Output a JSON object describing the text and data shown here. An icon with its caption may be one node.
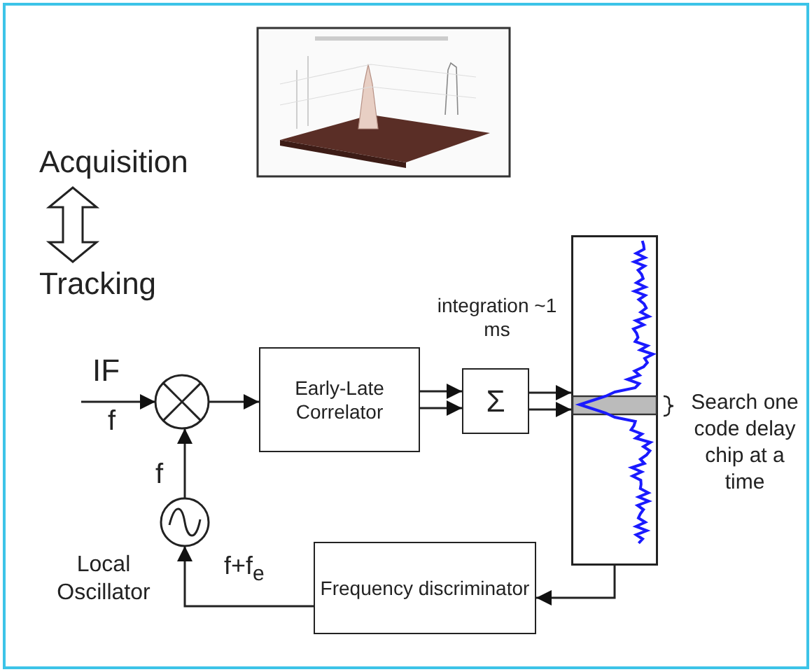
{
  "diagram": {
    "nodes": [
      {
        "text": [
          "Acquisition"
        ]
      },
      {
        "text": [
          "Tracking"
        ]
      },
      {
        "text": [],
        "shape": "circle"
      },
      {
        "text": [
          "Early-Late Correlator"
        ]
      },
      {
        "text": [
          "Σ"
        ]
      },
      {
        "text": [],
        "shape": "box",
        "beside": [
          "Search one code delay chip at a time"
        ]
      },
      {
        "text": [
          "Frequency discriminator"
        ]
      },
      {
        "text": [],
        "shape": "circle",
        "beside": [
          "Local Oscillator"
        ]
      }
    ],
    "edges": [
      {
        "from": 0,
        "to": 1,
        "arrow": "both"
      },
      {
        "from": null,
        "to": 2,
        "arrow": "to"
      },
      {
        "from": 2,
        "to": 3,
        "arrow": "to"
      },
      {
        "from": 3,
        "to": 4,
        "arrow": "to"
      },
      {
        "from": 3,
        "to": 4,
        "arrow": "to"
      },
      {
        "from": 4,
        "to": 5,
        "arrow": "to"
      },
      {
        "from": 4,
        "to": 5,
        "arrow": "to"
      },
      {
        "from": 5,
        "to": 6,
        "arrow": "to"
      },
      {
        "from": 6,
        "to": 7,
        "arrow": "to",
        "label": "f+f$_{e}$"
      },
      {
        "from": 7,
        "to": 2,
        "arrow": "to",
        "label": "f"
      }
    ],
    "labels": [
      "integration ~1 ms",
      "IF",
      "f"
    ]
  }
}
